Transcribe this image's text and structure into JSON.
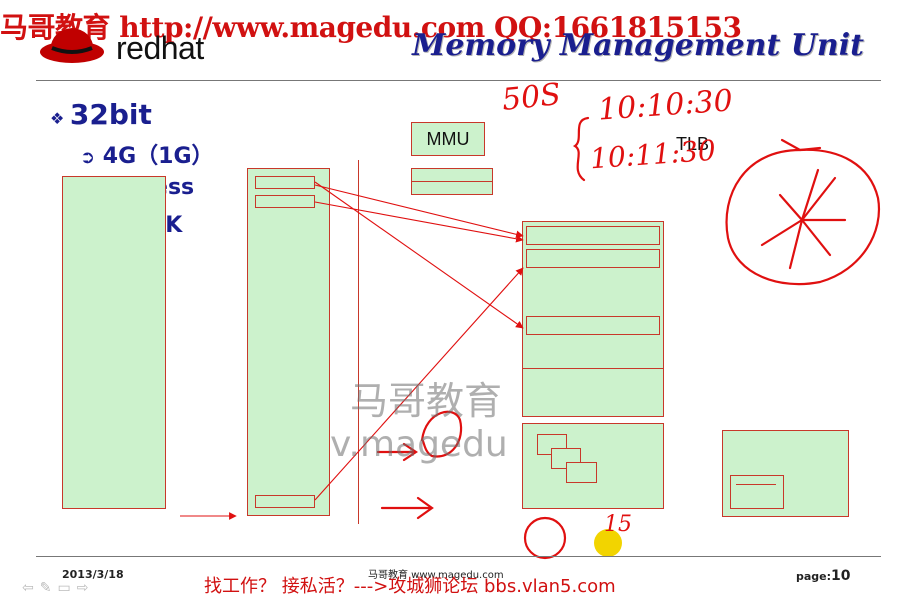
{
  "watermark_top": "马哥教育 http://www.magedu.com QQ:1661815153",
  "logo": {
    "brand_text": "redhat",
    "colors": {
      "hat": "#c00000",
      "text": "#111111"
    }
  },
  "title": "Memory Management Unit",
  "bullets": {
    "level1": "32bit",
    "level2": "4G（1G）",
    "level3a": "cess",
    "level3b": "0K"
  },
  "diagram": {
    "mmu_label": "MMU",
    "tlb_label": "TLB"
  },
  "handwriting": {
    "text1": "50S",
    "text2": "10:10:30",
    "text3": "10:11:30",
    "text4": "15"
  },
  "watermark_mid": {
    "line1": "马哥教育",
    "line2": "v.magedu"
  },
  "footer": {
    "date": "2013/3/18",
    "center": "马哥教育 www.magedu.com",
    "red_text": "找工作？ 接私活？--->攻城狮论坛 bbs.vlan5.com",
    "page_label": "page:",
    "page_number": "10",
    "nav_icons": [
      "prev-arrow-icon",
      "pen-icon",
      "menu-icon",
      "next-arrow-icon"
    ]
  },
  "colors": {
    "title": "#1a1f8f",
    "box_fill": "#ccf2cc",
    "box_border": "#c8382a",
    "ink": "#e01010",
    "watermark": "#d11111"
  }
}
